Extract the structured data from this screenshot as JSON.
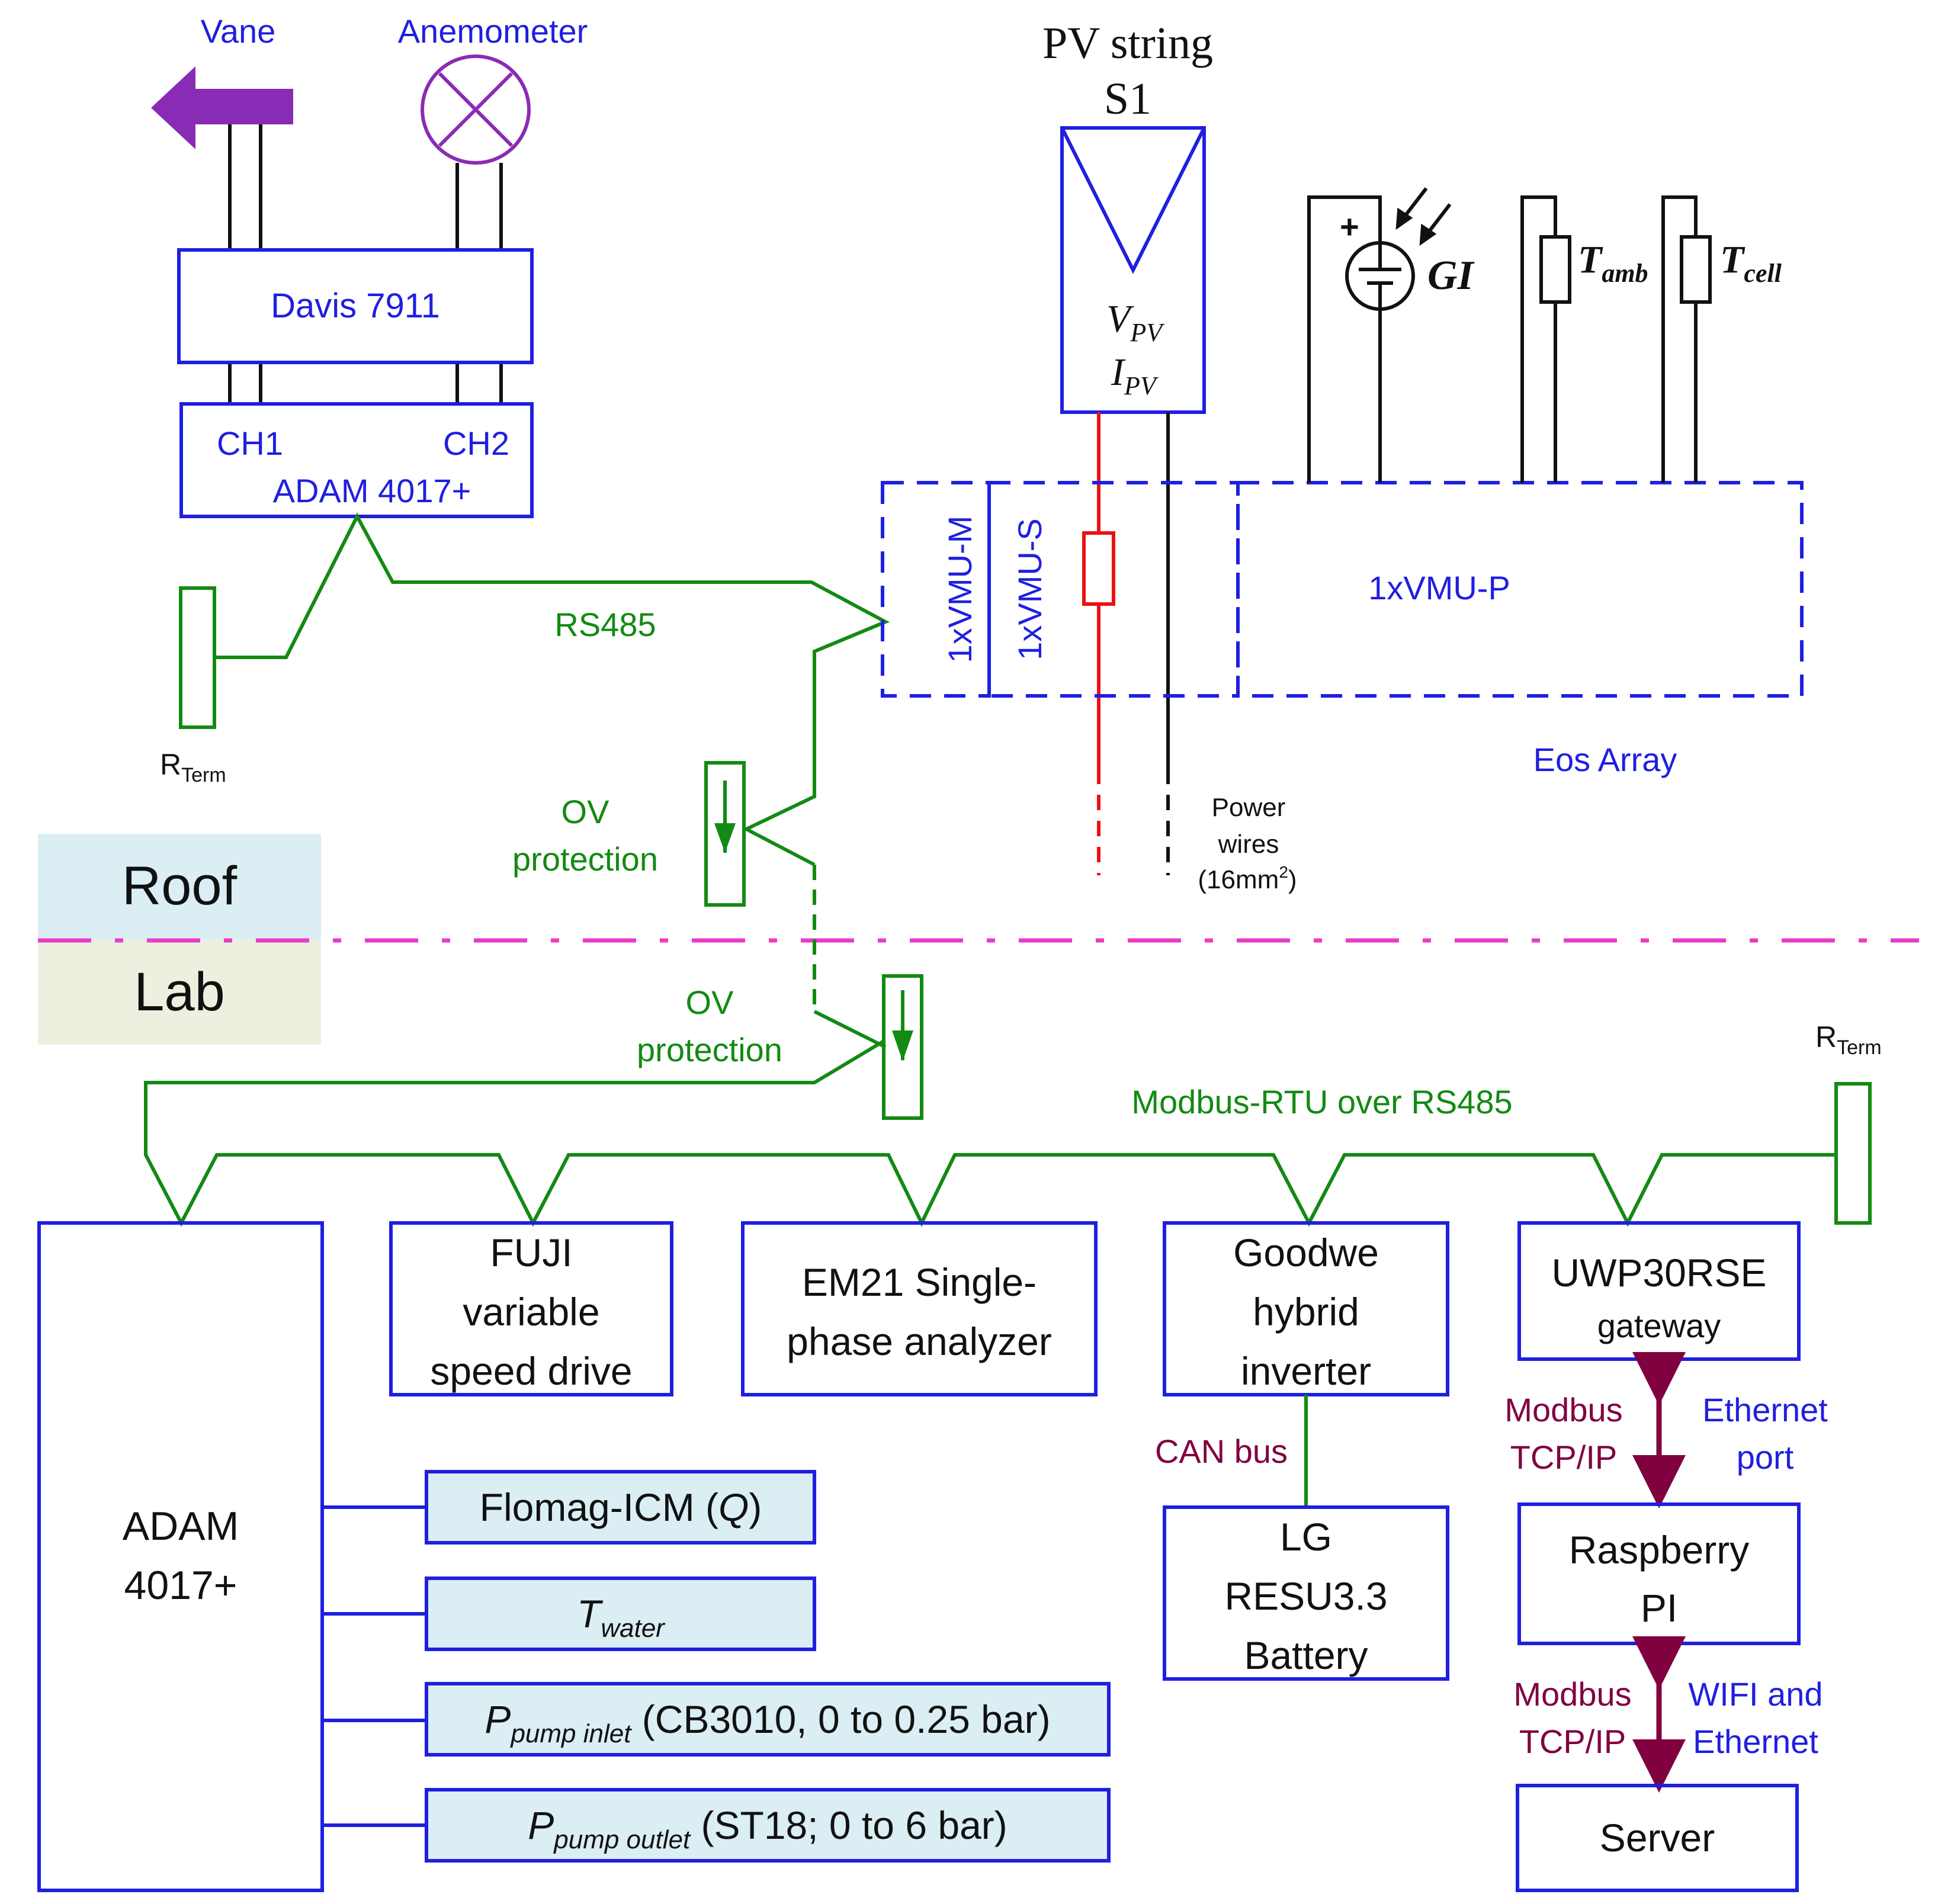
{
  "sensors": {
    "vane": "Vane",
    "anemometer": "Anemometer",
    "davis": "Davis 7911",
    "ch1": "CH1",
    "ch2": "CH2",
    "adam_roof": "ADAM 4017+",
    "rterm_roof": {
      "main": "R",
      "sub": "Term"
    },
    "rterm_lab": {
      "main": "R",
      "sub": "Term"
    }
  },
  "pv": {
    "title_line1": "PV string",
    "title_line2": "S1",
    "vpv": {
      "main": "V",
      "sub": "PV"
    },
    "ipv": {
      "main": "I",
      "sub": "PV"
    },
    "gi": "GI",
    "tamb": {
      "main": "T",
      "sub": "amb"
    },
    "tcell": {
      "main": "T",
      "sub": "cell"
    },
    "vmu_m": "1xVMU-M",
    "vmu_s": "1xVMU-S",
    "vmu_p": "1xVMU-P",
    "eos_array": "Eos Array",
    "power_wires_1": "Power",
    "power_wires_2": "wires",
    "power_wires_3a": "(16mm",
    "power_wires_3sup": "2",
    "power_wires_3b": ")"
  },
  "bus": {
    "rs485": "RS485",
    "ov_protection_1": "OV",
    "ov_protection_2": "protection",
    "modbus_rtu": "Modbus-RTU over RS485"
  },
  "zones": {
    "roof": "Roof",
    "lab": "Lab"
  },
  "lab": {
    "adam_1": "ADAM",
    "adam_2": "4017+",
    "fuji": [
      "FUJI",
      "variable",
      "speed drive"
    ],
    "em21": [
      "EM21 Single-",
      "phase analyzer"
    ],
    "goodwe": [
      "Goodwe",
      "hybrid",
      "inverter"
    ],
    "uwp_1": "UWP30RSE",
    "uwp_2": "gateway",
    "can_bus": "CAN bus",
    "lg": [
      "LG",
      "RESU3.3",
      "Battery"
    ],
    "raspberry": [
      "Raspberry",
      "PI"
    ],
    "server": "Server",
    "modbus_tcp_1": "Modbus",
    "tcp_ip_1": "TCP/IP",
    "ethernet_port_1": "Ethernet",
    "ethernet_port_2": "port",
    "modbus_tcp_2": "Modbus",
    "tcp_ip_2": "TCP/IP",
    "wifi_1": "WIFI and",
    "wifi_2": "Ethernet"
  },
  "sensors_lab": {
    "flomag": "Flomag-ICM (",
    "flomag_q": "Q",
    "flomag_end": ")",
    "twater_main": "T",
    "twater_sub": "water",
    "pinlet_main": "P",
    "pinlet_sub": "pump inlet",
    "pinlet_rest": " (CB3010, 0 to 0.25 bar)",
    "poutlet_main": "P",
    "poutlet_sub": "pump outlet",
    "poutlet_rest": " (ST18; 0 to 6 bar)"
  },
  "colors": {
    "device_blue": "#1f1fe0",
    "bus_green": "#138a13",
    "ethernet_maroon": "#800040",
    "divider_magenta": "#e83cc8",
    "roof_fill": "#daeef3",
    "lab_fill": "#ebf1de",
    "sensor_fill": "#daeef3",
    "pv_positive": "#ee1111",
    "vane_purple": "#8a2bb5"
  }
}
